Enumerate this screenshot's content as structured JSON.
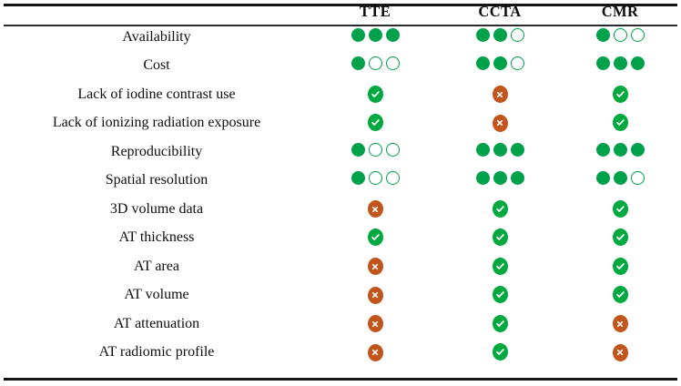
{
  "table": {
    "columns": [
      {
        "key": "label",
        "label": ""
      },
      {
        "key": "tte",
        "label": "TTE"
      },
      {
        "key": "ccta",
        "label": "CCTA"
      },
      {
        "key": "cmr",
        "label": "CMR"
      }
    ],
    "rows": [
      {
        "label": "Availability",
        "type": "dots",
        "tte": 3,
        "ccta": 2,
        "cmr": 1
      },
      {
        "label": "Cost",
        "type": "dots",
        "tte": 1,
        "ccta": 2,
        "cmr": 3
      },
      {
        "label": "Lack of iodine contrast use",
        "type": "badge",
        "tte": "check",
        "ccta": "cross",
        "cmr": "check"
      },
      {
        "label": "Lack of ionizing radiation exposure",
        "type": "badge",
        "tte": "check",
        "ccta": "cross",
        "cmr": "check"
      },
      {
        "label": "Reproducibility",
        "type": "dots",
        "tte": 1,
        "ccta": 3,
        "cmr": 3
      },
      {
        "label": "Spatial resolution",
        "type": "dots",
        "tte": 1,
        "ccta": 3,
        "cmr": 2
      },
      {
        "label": "3D volume data",
        "type": "badge",
        "tte": "cross",
        "ccta": "check",
        "cmr": "check"
      },
      {
        "label": "AT thickness",
        "type": "badge",
        "tte": "check",
        "ccta": "check",
        "cmr": "check"
      },
      {
        "label": "AT area",
        "type": "badge",
        "tte": "cross",
        "ccta": "check",
        "cmr": "check"
      },
      {
        "label": "AT volume",
        "type": "badge",
        "tte": "cross",
        "ccta": "check",
        "cmr": "check"
      },
      {
        "label": "AT attenuation",
        "type": "badge",
        "tte": "cross",
        "ccta": "check",
        "cmr": "cross"
      },
      {
        "label": "AT radiomic profile",
        "type": "badge",
        "tte": "cross",
        "ccta": "check",
        "cmr": "cross"
      }
    ],
    "rating_max": 3,
    "colors": {
      "rating_green": "#00a14b",
      "check_green": "#00a93f",
      "cross_orange": "#c2551c",
      "rule": "#141414",
      "text": "#0d0d0d"
    },
    "icons": {
      "check": "check-icon",
      "cross": "cross-icon",
      "dot_filled": "filled-circle-icon",
      "dot_empty": "empty-circle-icon"
    }
  }
}
